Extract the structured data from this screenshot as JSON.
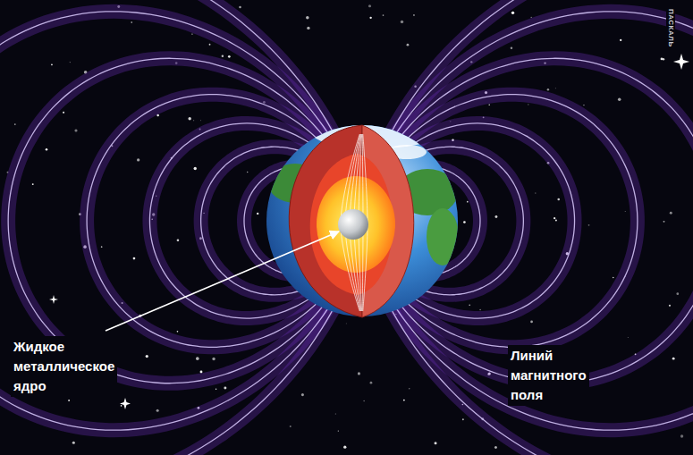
{
  "diagram": {
    "labels": [
      "Жидкое металлическое ядро",
      "Линий магнитного поля",
      "ПАСКАЛЬ"
    ]
  }
}
